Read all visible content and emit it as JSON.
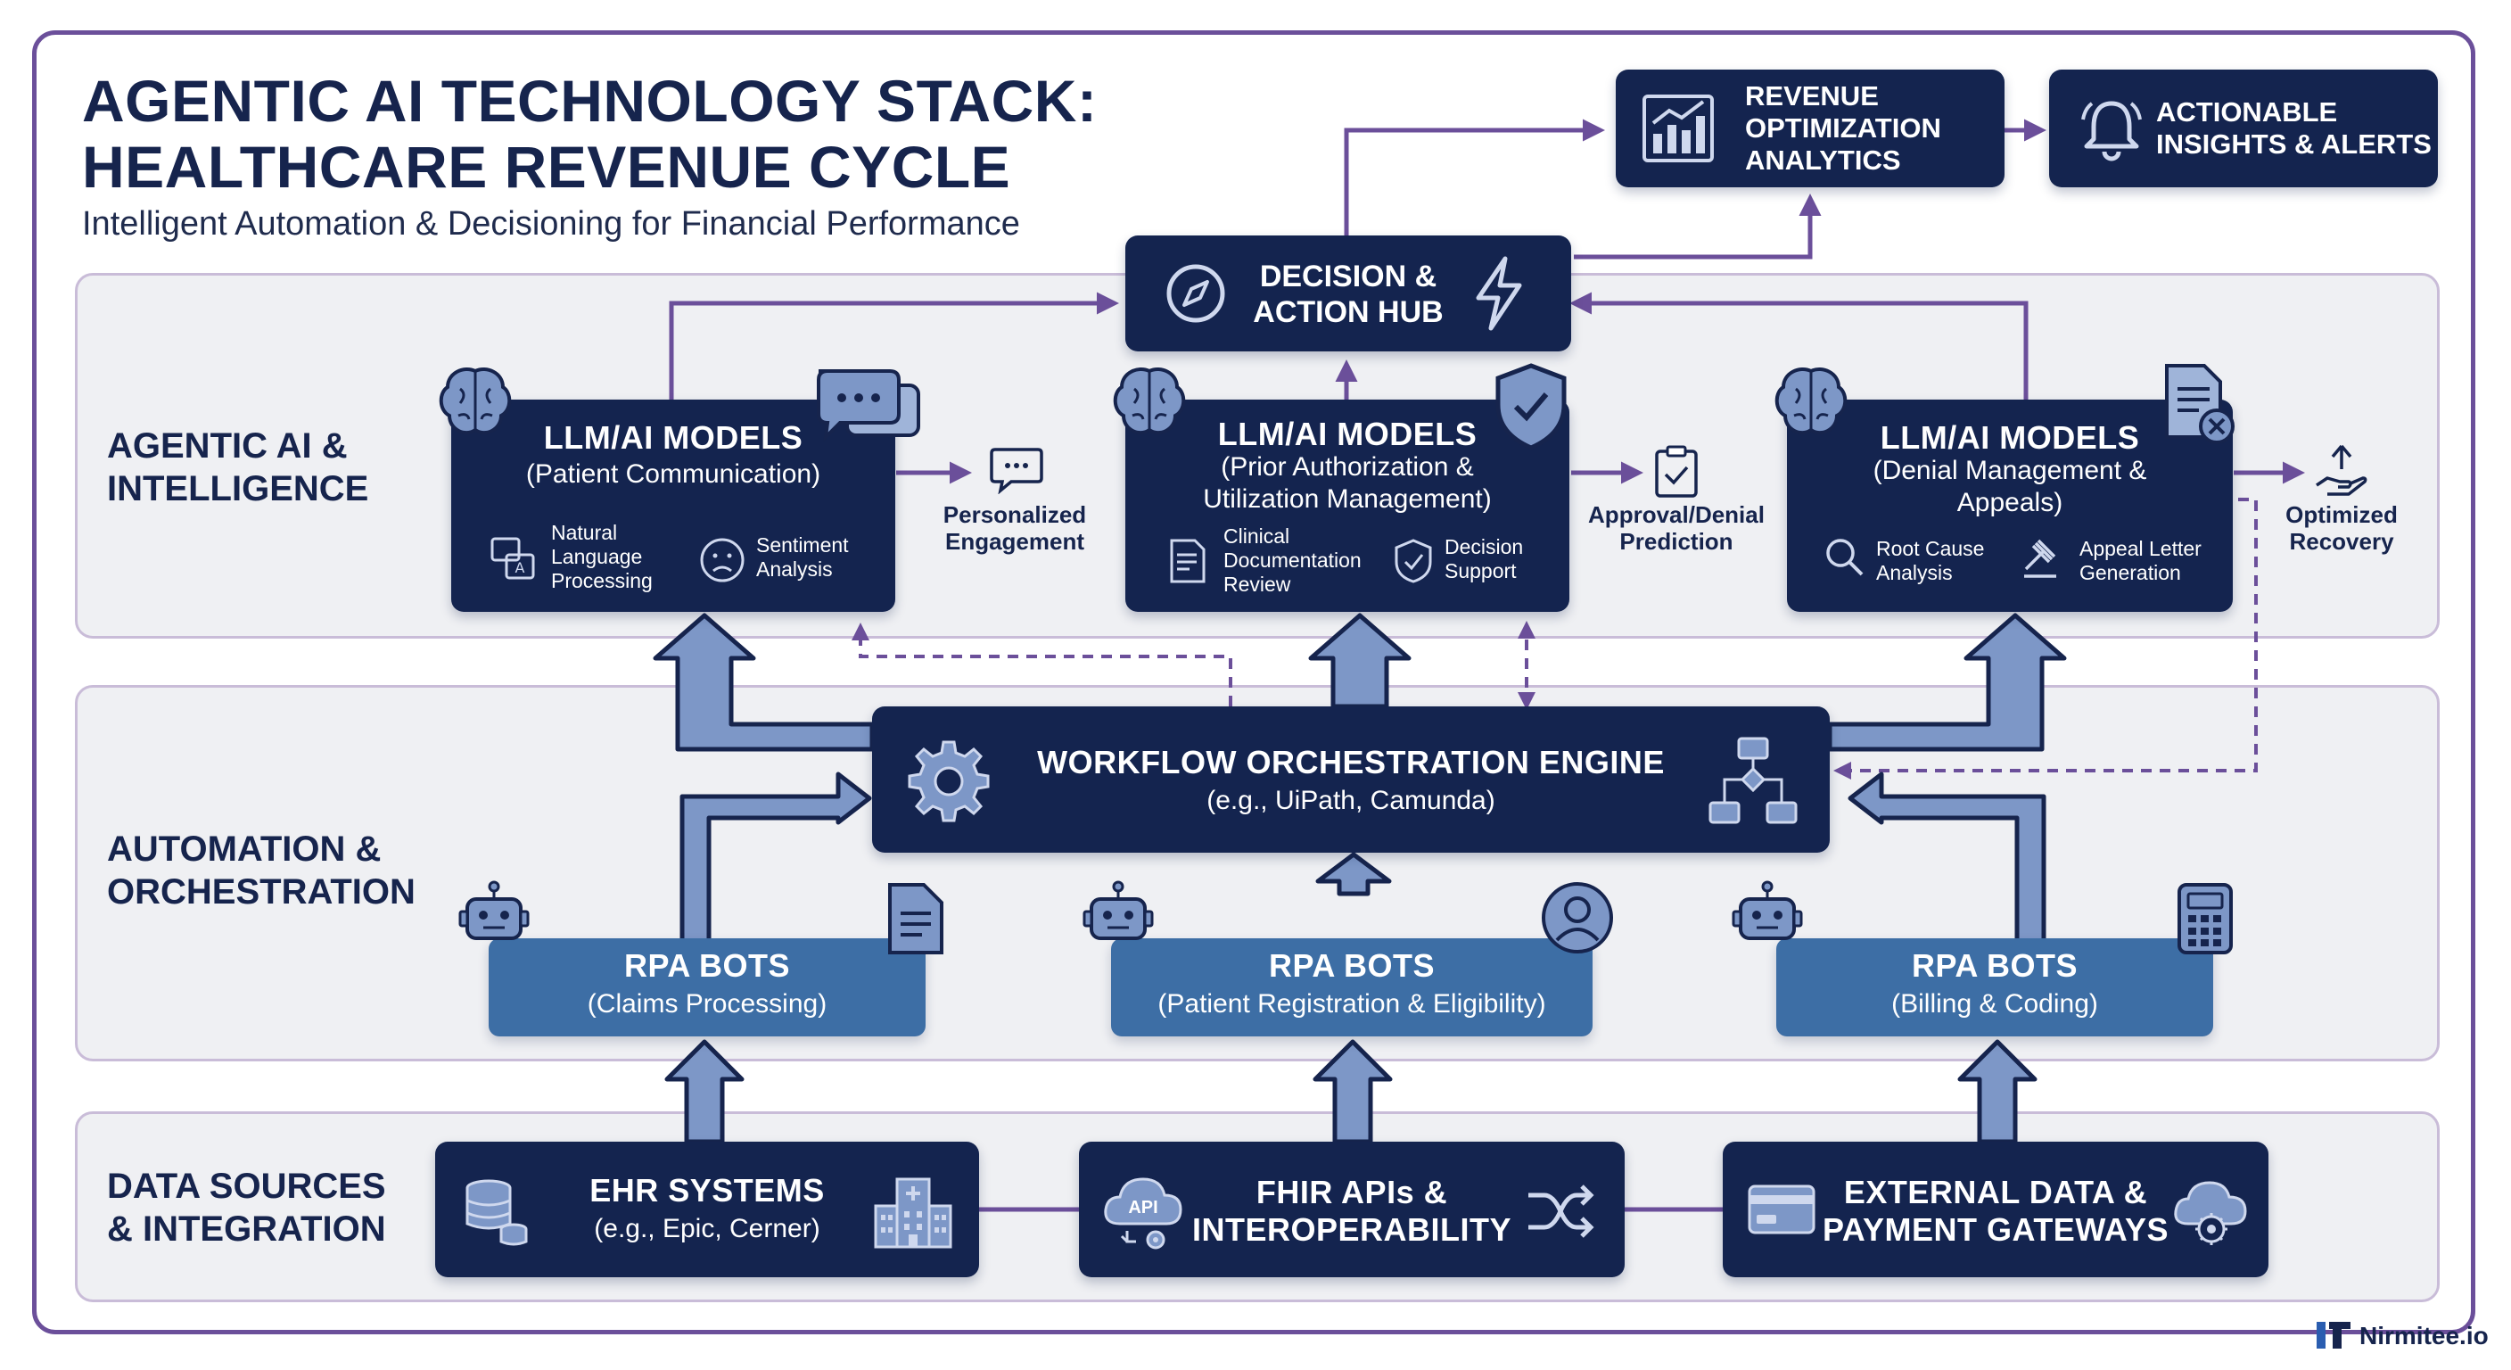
{
  "header": {
    "title_line1": "AGENTIC AI TECHNOLOGY STACK:",
    "title_line2": "HEALTHCARE REVENUE CYCLE",
    "subtitle": "Intelligent Automation & Decisioning for Financial Performance"
  },
  "layers": {
    "intelligence": "AGENTIC AI &\nINTELLIGENCE",
    "automation": "AUTOMATION &\nORCHESTRATION",
    "data": "DATA SOURCES\n& INTEGRATION"
  },
  "top": {
    "analytics": "REVENUE\nOPTIMIZATION\nANALYTICS",
    "insights": "ACTIONABLE\nINSIGHTS & ALERTS",
    "hub": "DECISION &\nACTION HUB"
  },
  "models": [
    {
      "title": "LLM/AI MODELS",
      "subtitle": "(Patient Communication)",
      "feature1": "Natural\nLanguage\nProcessing",
      "feature2": "Sentiment\nAnalysis",
      "outcome": "Personalized\nEngagement"
    },
    {
      "title": "LLM/AI MODELS",
      "subtitle": "(Prior Authorization &\nUtilization Management)",
      "feature1": "Clinical\nDocumentation\nReview",
      "feature2": "Decision\nSupport",
      "outcome": "Approval/Denial\nPrediction"
    },
    {
      "title": "LLM/AI MODELS",
      "subtitle": "(Denial Management &\nAppeals)",
      "feature1": "Root Cause\nAnalysis",
      "feature2": "Appeal Letter\nGeneration",
      "outcome": "Optimized\nRecovery"
    }
  ],
  "engine": {
    "title": "WORKFLOW ORCHESTRATION ENGINE",
    "subtitle": "(e.g., UiPath, Camunda)"
  },
  "bots": [
    {
      "title": "RPA BOTS",
      "subtitle": "(Claims Processing)"
    },
    {
      "title": "RPA BOTS",
      "subtitle": "(Patient Registration & Eligibility)"
    },
    {
      "title": "RPA BOTS",
      "subtitle": "(Billing & Coding)"
    }
  ],
  "sources": [
    {
      "title": "EHR SYSTEMS",
      "subtitle": "(e.g., Epic, Cerner)"
    },
    {
      "title": "FHIR APIs &\nINTEROPERABILITY",
      "subtitle": "",
      "badge": "API"
    },
    {
      "title": "EXTERNAL DATA &\nPAYMENT GATEWAYS",
      "subtitle": ""
    }
  ],
  "brand": "Nirmitee.io",
  "colors": {
    "navy": "#14244f",
    "rpa_blue": "#3d6ea5",
    "purple": "#6b4f9a",
    "arrow_fill": "#7d97c7",
    "band": "#eff0f3"
  },
  "icons": [
    "chart-icon",
    "bell-icon",
    "compass-icon",
    "lightning-icon",
    "brain-icon",
    "chat-icon",
    "shield-check-icon",
    "document-x-icon",
    "gear-icon",
    "flowchart-icon",
    "robot-icon",
    "document-icon",
    "user-icon",
    "calculator-icon",
    "database-icon",
    "hospital-icon",
    "cloud-api-icon",
    "shuffle-icon",
    "credit-card-icon",
    "cloud-gear-icon",
    "clipboard-check-icon",
    "hand-up-icon"
  ]
}
